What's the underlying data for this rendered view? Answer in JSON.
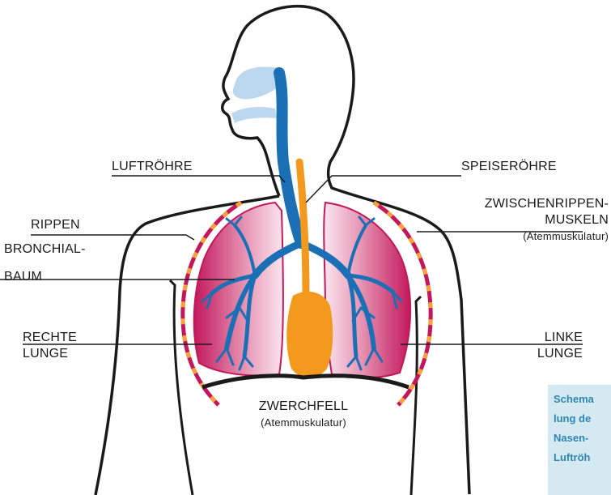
{
  "labels": {
    "luftroehre": "LUFTRÖHRE",
    "speiseroehre": "SPEISERÖHRE",
    "rippen": "RIPPEN",
    "zwischenrippen_line1": "ZWISCHENRIPPEN-",
    "zwischenrippen_line2": "MUSKELN",
    "zwischenrippen_sub": "(Atemmuskulatur)",
    "bronchial_line1": "BRONCHIAL-",
    "bronchial_line2": "BAUM",
    "rechte_line1": "RECHTE",
    "rechte_line2": "LUNGE",
    "linke_line1": "LINKE",
    "linke_line2": "LUNGE",
    "zwerchfell": "ZWERCHFELL",
    "zwerchfell_sub": "(Atemmuskulatur)"
  },
  "caption": {
    "line1": "Schema",
    "line2": "lung de",
    "line3": "Nasen-",
    "line4": "Luftröh"
  },
  "colors": {
    "airway": "#1a6fb5",
    "nasal_cavity": "#bcd8ee",
    "esophagus": "#f39a1e",
    "lung_fill": "#c2185b",
    "rib_muscle": "#c2185b",
    "rib_dash": "#f7a13a",
    "diaphragm": "#1a1a1a",
    "caption_bg": "#d5e9f3",
    "caption_text": "#2f86b4"
  }
}
